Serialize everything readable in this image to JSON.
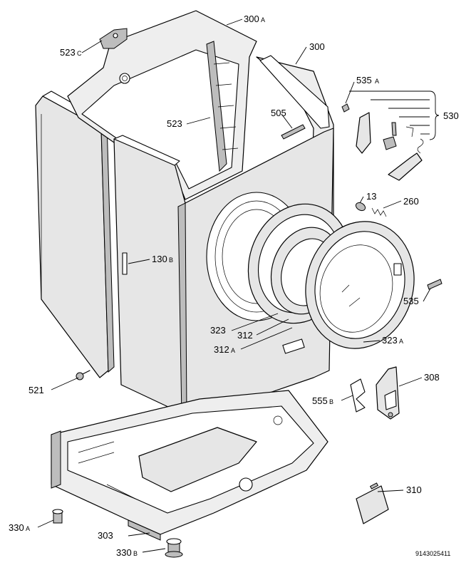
{
  "labels": {
    "p300a": {
      "num": "300",
      "sfx": "A"
    },
    "p300": {
      "num": "300",
      "sfx": ""
    },
    "p523c": {
      "num": "523",
      "sfx": "C"
    },
    "p535a": {
      "num": "535",
      "sfx": "A"
    },
    "p530": {
      "num": "530",
      "sfx": ""
    },
    "p505": {
      "num": "505",
      "sfx": ""
    },
    "p523": {
      "num": "523",
      "sfx": ""
    },
    "p13": {
      "num": "13",
      "sfx": ""
    },
    "p260": {
      "num": "260",
      "sfx": ""
    },
    "p130b": {
      "num": "130",
      "sfx": "B"
    },
    "p535": {
      "num": "535",
      "sfx": ""
    },
    "p323": {
      "num": "323",
      "sfx": ""
    },
    "p312": {
      "num": "312",
      "sfx": ""
    },
    "p312a": {
      "num": "312",
      "sfx": "A"
    },
    "p323a": {
      "num": "323",
      "sfx": "A"
    },
    "p521": {
      "num": "521",
      "sfx": ""
    },
    "p308": {
      "num": "308",
      "sfx": ""
    },
    "p555b": {
      "num": "555",
      "sfx": "B"
    },
    "p310": {
      "num": "310",
      "sfx": ""
    },
    "p330a": {
      "num": "330",
      "sfx": "A"
    },
    "p303": {
      "num": "303",
      "sfx": ""
    },
    "p330b": {
      "num": "330",
      "sfx": "B"
    }
  },
  "drawing_code": "9143025411"
}
